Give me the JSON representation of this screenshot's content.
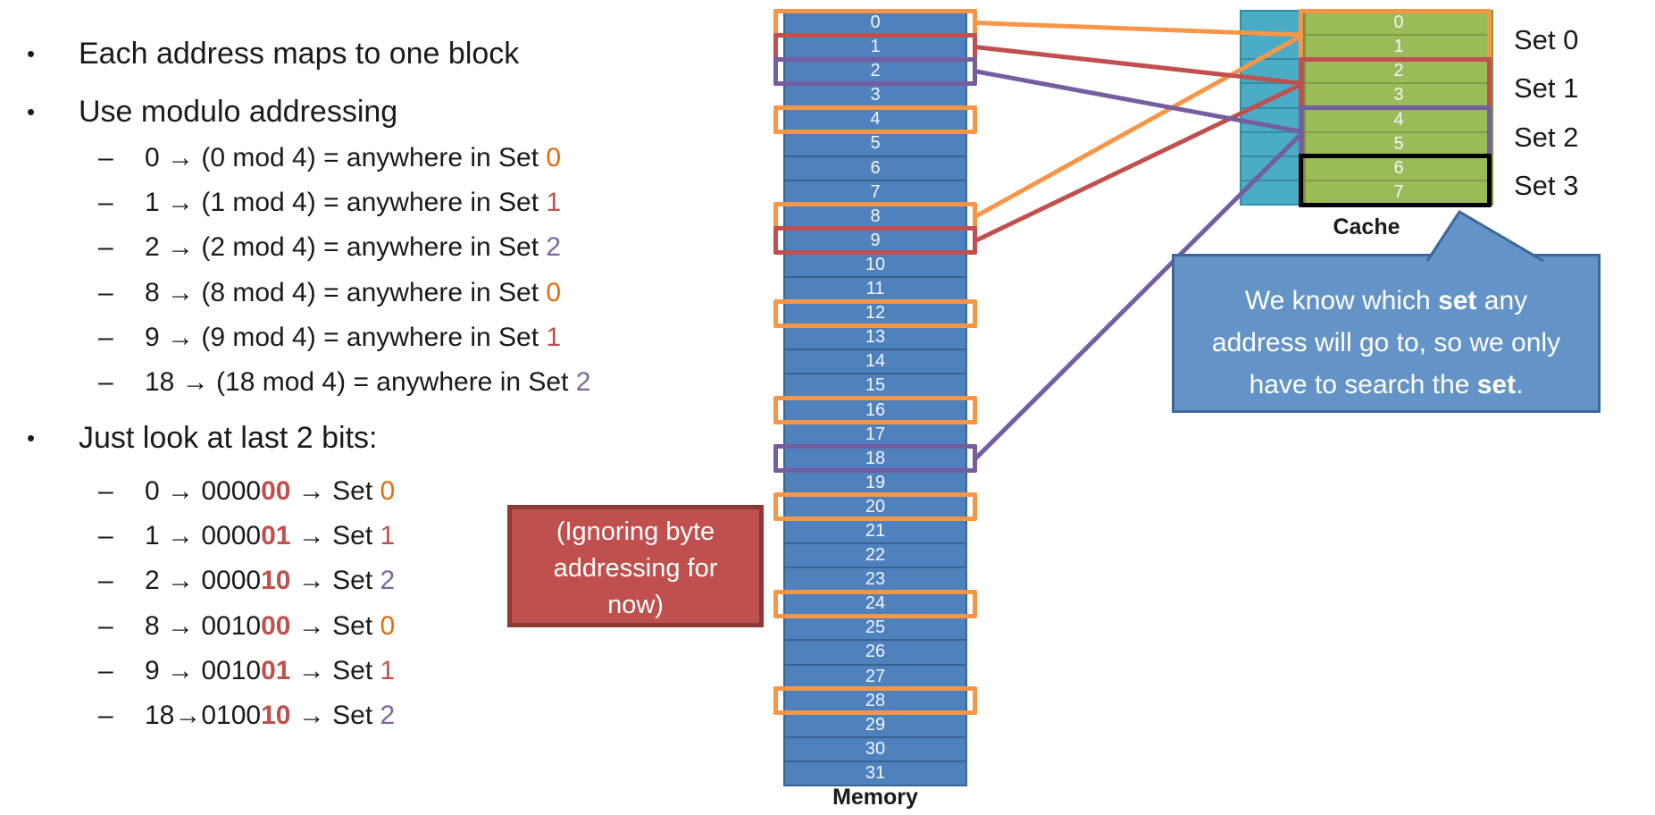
{
  "colors": {
    "orange": "#F79646",
    "red": "#C0504D",
    "purple": "#755DA1",
    "black": "#000000",
    "set_text_orange": "#E36C0A",
    "set_text_red": "#C0504D",
    "set_text_purple": "#8064A2",
    "memory_blue": "#4F81BD",
    "tag_teal": "#4BACC6",
    "cache_green": "#9BBB59",
    "note_fill": "#C0504D",
    "note_border": "#8C3836",
    "bubble_fill": "#6494C7",
    "bubble_border": "#3D6699"
  },
  "bullets": {
    "marker": "•",
    "dash": "–",
    "item1": "Each address maps to one block",
    "item2": "Use modulo addressing",
    "item3": "Just look at last 2 bits:",
    "modulo_items": [
      {
        "segs": [
          {
            "t": "0 → (0 mod 4) = anywhere in Set "
          },
          {
            "t": "0",
            "cls": "set0"
          }
        ]
      },
      {
        "segs": [
          {
            "t": "1 → (1 mod 4) = anywhere in Set "
          },
          {
            "t": "1",
            "cls": "set1"
          }
        ]
      },
      {
        "segs": [
          {
            "t": "2 → (2 mod 4) = anywhere in Set "
          },
          {
            "t": "2",
            "cls": "set2"
          }
        ]
      },
      {
        "segs": [
          {
            "t": "8 → (8 mod 4) = anywhere in Set "
          },
          {
            "t": "0",
            "cls": "set0"
          }
        ]
      },
      {
        "segs": [
          {
            "t": "9 → (9 mod 4) = anywhere in Set "
          },
          {
            "t": "1",
            "cls": "set1"
          }
        ]
      },
      {
        "segs": [
          {
            "t": "18 → (18 mod 4) = anywhere in Set "
          },
          {
            "t": "2",
            "cls": "set2"
          }
        ]
      }
    ],
    "bits_items": [
      {
        "segs": [
          {
            "t": "0 → 0000"
          },
          {
            "t": "00",
            "cls": "bits"
          },
          {
            "t": " → Set "
          },
          {
            "t": "0",
            "cls": "set0"
          }
        ]
      },
      {
        "segs": [
          {
            "t": "1 → 0000"
          },
          {
            "t": "01",
            "cls": "bits"
          },
          {
            "t": " → Set "
          },
          {
            "t": "1",
            "cls": "set1"
          }
        ]
      },
      {
        "segs": [
          {
            "t": "2 → 0000"
          },
          {
            "t": "10",
            "cls": "bits"
          },
          {
            "t": " → Set "
          },
          {
            "t": "2",
            "cls": "set2"
          }
        ]
      },
      {
        "segs": [
          {
            "t": "8 → 0010"
          },
          {
            "t": "00",
            "cls": "bits"
          },
          {
            "t": " → Set "
          },
          {
            "t": "0",
            "cls": "set0"
          }
        ]
      },
      {
        "segs": [
          {
            "t": "9 → 0010"
          },
          {
            "t": "01",
            "cls": "bits"
          },
          {
            "t": " → Set "
          },
          {
            "t": "1",
            "cls": "set1"
          }
        ]
      },
      {
        "segs": [
          {
            "t": "18→0100"
          },
          {
            "t": "10",
            "cls": "bits"
          },
          {
            "t": " → Set "
          },
          {
            "t": "2",
            "cls": "set2"
          }
        ]
      }
    ]
  },
  "note": {
    "lines": [
      "(Ignoring byte",
      "addressing for",
      "now)"
    ]
  },
  "memory": {
    "label": "Memory",
    "rows": [
      {
        "n": "0",
        "hl": "orange"
      },
      {
        "n": "1",
        "hl": "red"
      },
      {
        "n": "2",
        "hl": "purple"
      },
      {
        "n": "3"
      },
      {
        "n": "4",
        "hl": "orange"
      },
      {
        "n": "5"
      },
      {
        "n": "6"
      },
      {
        "n": "7"
      },
      {
        "n": "8",
        "hl": "orange"
      },
      {
        "n": "9",
        "hl": "red"
      },
      {
        "n": "10"
      },
      {
        "n": "11"
      },
      {
        "n": "12",
        "hl": "orange"
      },
      {
        "n": "13"
      },
      {
        "n": "14"
      },
      {
        "n": "15"
      },
      {
        "n": "16",
        "hl": "orange"
      },
      {
        "n": "17"
      },
      {
        "n": "18",
        "hl": "purple"
      },
      {
        "n": "19"
      },
      {
        "n": "20",
        "hl": "orange"
      },
      {
        "n": "21"
      },
      {
        "n": "22"
      },
      {
        "n": "23"
      },
      {
        "n": "24",
        "hl": "orange"
      },
      {
        "n": "25"
      },
      {
        "n": "26"
      },
      {
        "n": "27"
      },
      {
        "n": "28",
        "hl": "orange"
      },
      {
        "n": "29"
      },
      {
        "n": "30"
      },
      {
        "n": "31"
      }
    ]
  },
  "cache": {
    "label": "Cache",
    "block_numbers": [
      "0",
      "1",
      "2",
      "3",
      "4",
      "5",
      "6",
      "7"
    ],
    "sets": [
      {
        "label": "Set 0",
        "color": "orange"
      },
      {
        "label": "Set 1",
        "color": "red"
      },
      {
        "label": "Set 2",
        "color": "purple"
      },
      {
        "label": "Set 3",
        "color": "black"
      }
    ]
  },
  "connections": [
    {
      "from_block": "0",
      "to_set": 0,
      "color": "orange"
    },
    {
      "from_block": "8",
      "to_set": 0,
      "color": "orange"
    },
    {
      "from_block": "1",
      "to_set": 1,
      "color": "red"
    },
    {
      "from_block": "9",
      "to_set": 1,
      "color": "red"
    },
    {
      "from_block": "2",
      "to_set": 2,
      "color": "purple"
    },
    {
      "from_block": "18",
      "to_set": 2,
      "color": "purple"
    }
  ],
  "callout": {
    "lines": [
      [
        {
          "t": "We know which "
        },
        {
          "t": "set",
          "cls": "b"
        },
        {
          "t": " any"
        }
      ],
      [
        {
          "t": "address will go to, so we only"
        }
      ],
      [
        {
          "t": "have to search the "
        },
        {
          "t": "set",
          "cls": "b"
        },
        {
          "t": "."
        }
      ]
    ]
  }
}
